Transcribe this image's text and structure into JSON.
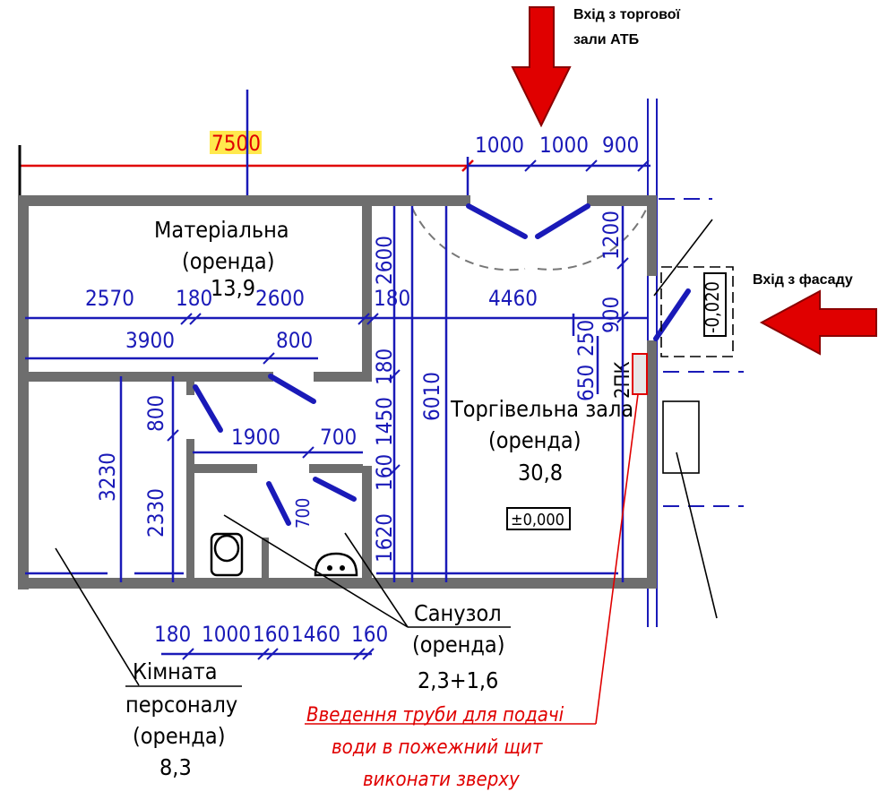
{
  "colors": {
    "wall": "#6e6e6e",
    "dimension": "#1a1ab8",
    "red_dimension": "#e00000",
    "highlight": "#ffe94d",
    "arrow": "#e00000",
    "annotation": "#e00000"
  },
  "entries": {
    "top_entry": "Вхід з торгової зали АТБ",
    "top_entry_lines": [
      "Вхід з торгової",
      "зали АТБ"
    ],
    "facade_entry": "Вхід з фасаду"
  },
  "rooms": {
    "material": {
      "name": "Матеріальна",
      "status": "(оренда)",
      "area": "13,9"
    },
    "trade_hall": {
      "name": "Торгівельна зала",
      "status": "(оренда)",
      "area": "30,8"
    },
    "bathroom": {
      "name": "Санузол",
      "status": "(оренда)",
      "area": "2,3+1,6"
    },
    "staff_room": {
      "name_line1": "Кімната",
      "name_line2": "персоналу",
      "status": "(оренда)",
      "area": "8,3"
    }
  },
  "level_marks": {
    "floor": "±0,000",
    "outside": "-0,020"
  },
  "equipment": {
    "fire_cabinet": "2ПК"
  },
  "annotation": {
    "lines": [
      "Введення труби для подачі",
      "води в пожежний щит",
      "виконати зверху"
    ]
  },
  "dimensions": {
    "top_red": "7500",
    "top": [
      "1000",
      "1000",
      "900"
    ],
    "row1": [
      "2570",
      "180",
      "2600",
      "180",
      "4460"
    ],
    "row2": [
      "3900",
      "800"
    ],
    "row3": [
      "1900",
      "700"
    ],
    "door_700": "700",
    "bottom": [
      "180",
      "1000",
      "160",
      "1460",
      "160"
    ],
    "left_vertical": [
      "3230",
      "800",
      "2330"
    ],
    "mid_vertical": [
      "2600",
      "180",
      "1450",
      "160",
      "1620"
    ],
    "hall_vertical": "6010",
    "right_vertical": [
      "1200",
      "900",
      "250",
      "650"
    ]
  }
}
